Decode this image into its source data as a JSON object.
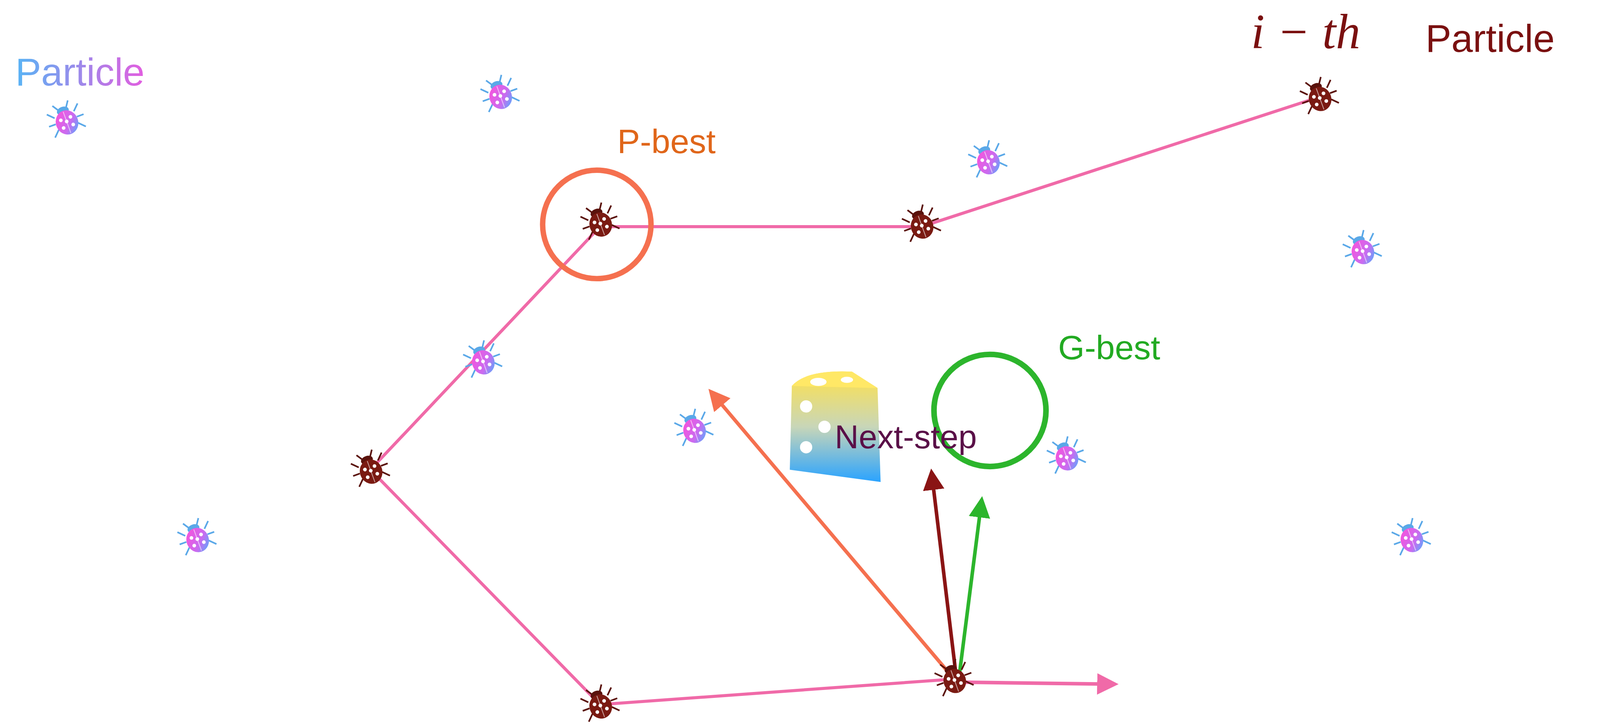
{
  "diagram": {
    "nodes": [
      {
        "text": [
          "P-best"
        ]
      },
      {
        "text": [
          "G-best"
        ]
      }
    ],
    "labels": [
      "Particle",
      "i − th",
      "Particle",
      "Next-step"
    ]
  }
}
